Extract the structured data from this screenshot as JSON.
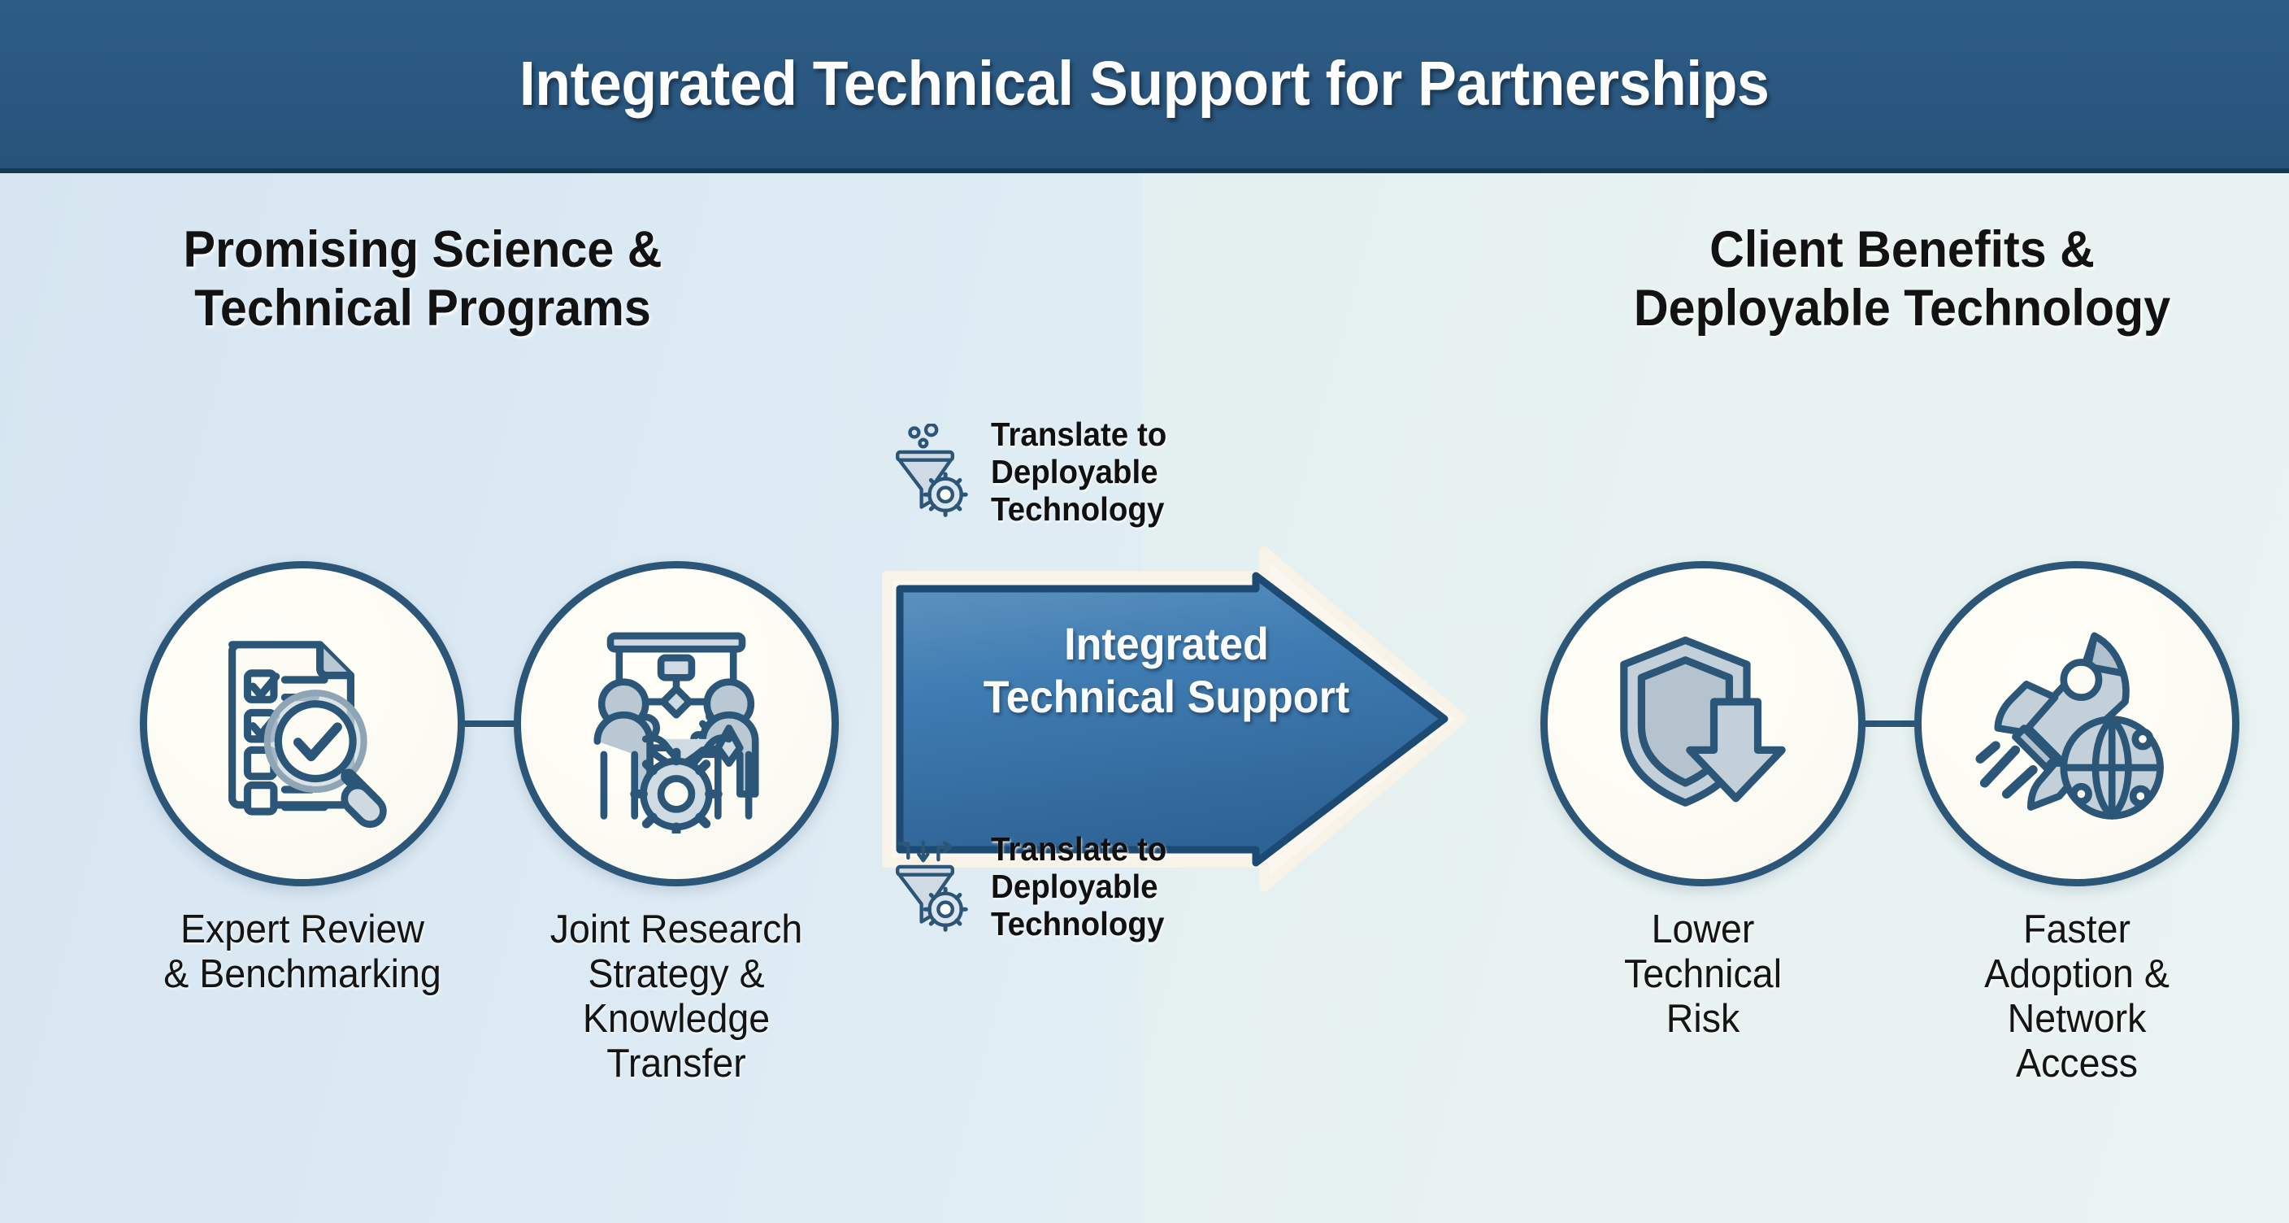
{
  "header": {
    "title": "Integrated Technical Support for Partnerships",
    "background_color": "#2a5780",
    "text_color": "#fdfdfd"
  },
  "theme": {
    "left_panel_color": "#dbe9f3",
    "right_panel_color": "#e7f1f1",
    "accent_blue": "#3d77ae",
    "outline_blue": "#2c5677",
    "icon_fill": "#b9c8d2",
    "circle_fill": "#fdfcf4"
  },
  "columns": {
    "left_heading": "Promising Science &\nTechnical Programs",
    "right_heading": "Client Benefits &\nDeployable Technology"
  },
  "nodes": [
    {
      "id": "expert-review",
      "label": "Expert Review\n& Benchmarking",
      "icon": "checklist-magnifier-icon"
    },
    {
      "id": "joint-research",
      "label": "Joint Research\nStrategy &\nKnowledge\nTransfer",
      "icon": "handshake-flowchart-gear-icon"
    },
    {
      "id": "lower-technical-risk",
      "label": "Lower\nTechnical\nRisk",
      "icon": "shield-down-arrow-icon"
    },
    {
      "id": "faster-adoption",
      "label": "Faster\nAdoption &\nNetwork\nAccess",
      "icon": "rocket-globe-icon"
    }
  ],
  "arrow": {
    "label": "Integrated\nTechnical Support",
    "direction": "right",
    "fill_color": "#3d77ae",
    "border_color": "#1d4a73",
    "outline_color": "#fbf7ee"
  },
  "tags": [
    {
      "id": "tag-top",
      "text": "Translate to\nDeployable\nTechnology",
      "icon": "funnel-bubbles-gear-icon"
    },
    {
      "id": "tag-bottom",
      "text": "Translate to\nDeployable\nTechnology",
      "icon": "funnel-arrows-gear-icon"
    }
  ]
}
